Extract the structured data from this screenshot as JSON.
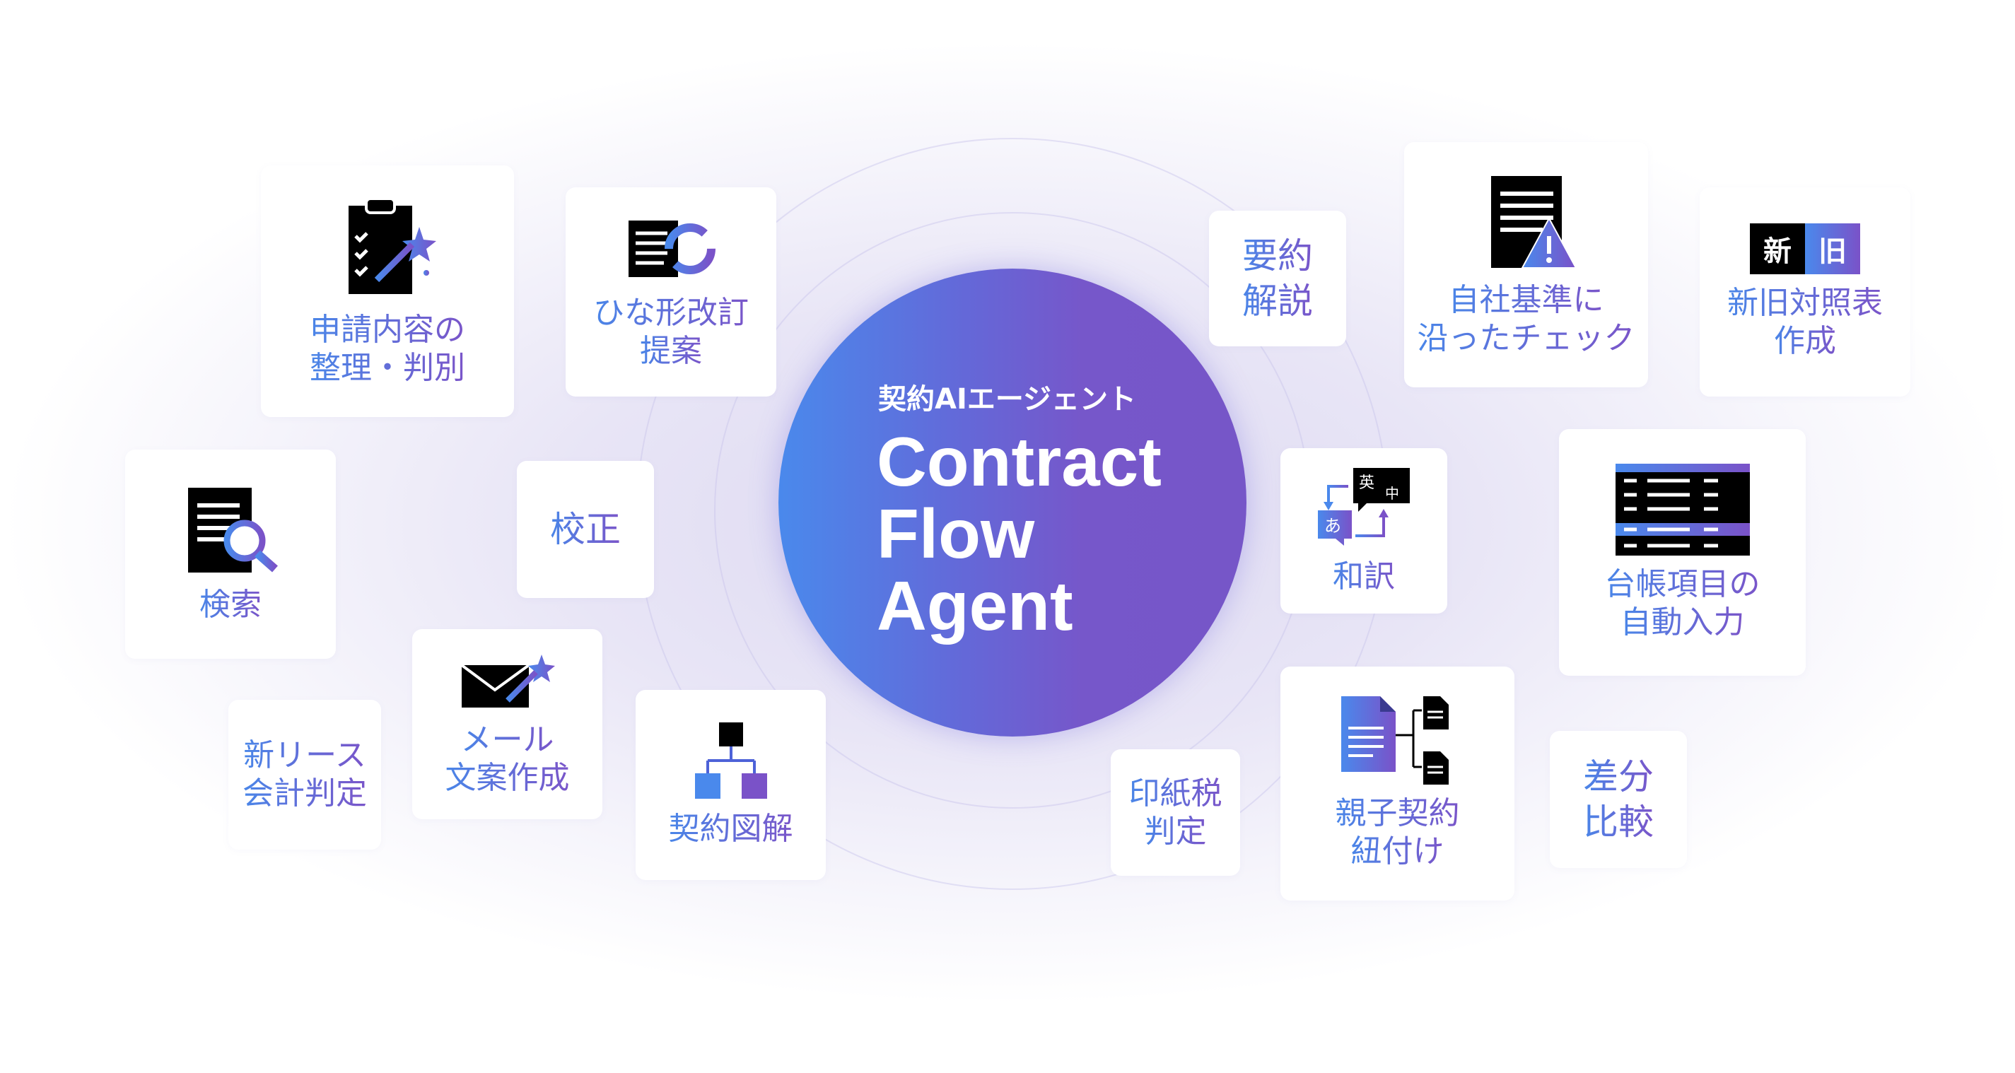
{
  "hub": {
    "subtitle": "契約AIエージェント",
    "title_lines": [
      "Contract",
      "Flow",
      "Agent"
    ]
  },
  "colors": {
    "gradient_start": "#4a86e8",
    "gradient_end": "#7a55c9",
    "icon_dark": "#000000"
  },
  "features": [
    {
      "lines": [
        "申請内容の",
        "整理・判別"
      ],
      "icon": "clipboard-magic-icon"
    },
    {
      "lines": [
        "ひな形改訂",
        "提案"
      ],
      "icon": "document-refresh-icon"
    },
    {
      "lines": [
        "要約",
        "解説"
      ]
    },
    {
      "lines": [
        "自社基準に",
        "沿ったチェック"
      ],
      "icon": "document-warning-icon"
    },
    {
      "lines": [
        "新旧対照表",
        "作成"
      ],
      "icon": "new-old-icon",
      "icon_text": [
        "新",
        "旧"
      ]
    },
    {
      "lines": [
        "検索"
      ],
      "icon": "document-search-icon"
    },
    {
      "lines": [
        "校正"
      ]
    },
    {
      "lines": [
        "和訳"
      ],
      "icon": "translate-icon",
      "icon_text": [
        "英",
        "中",
        "あ"
      ]
    },
    {
      "lines": [
        "台帳項目の",
        "自動入力"
      ],
      "icon": "ledger-table-icon"
    },
    {
      "lines": [
        "新リース",
        "会計判定"
      ]
    },
    {
      "lines": [
        "メール",
        "文案作成"
      ],
      "icon": "mail-magic-icon"
    },
    {
      "lines": [
        "契約図解"
      ],
      "icon": "hierarchy-icon"
    },
    {
      "lines": [
        "印紙税",
        "判定"
      ]
    },
    {
      "lines": [
        "親子契約",
        "紐付け"
      ],
      "icon": "linked-documents-icon"
    },
    {
      "lines": [
        "差分",
        "比較"
      ]
    }
  ]
}
